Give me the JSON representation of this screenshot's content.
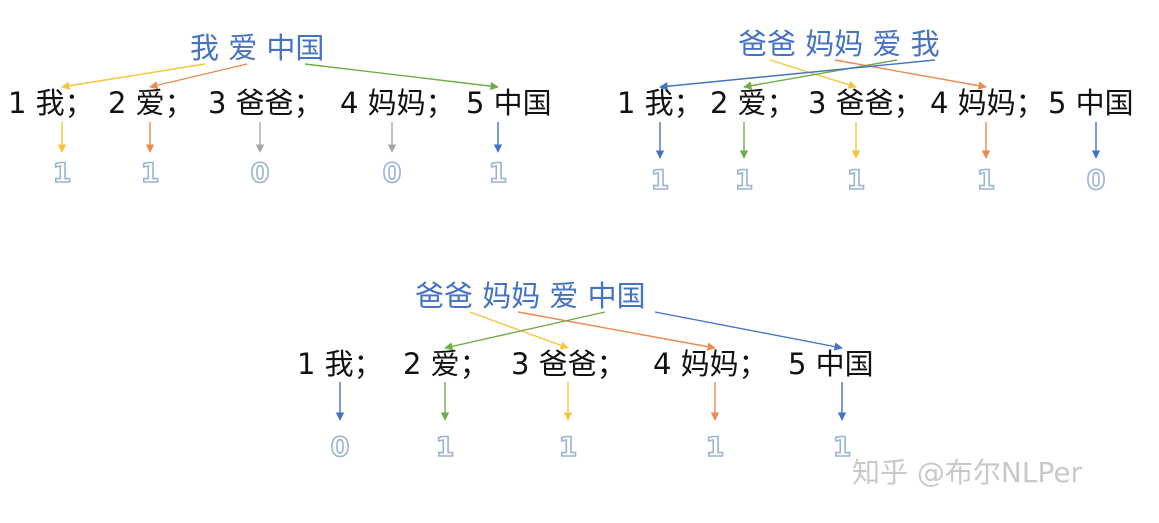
{
  "colors": {
    "sentence_text": "#4472c4",
    "vocab_text": "#111111",
    "bit_outline": "#9ab4d6",
    "yellow": "#f5c53a",
    "orange": "#ea8a4f",
    "green": "#70ad47",
    "blue": "#4472c4",
    "gray": "#a6a6a6",
    "watermark": "#c9c9c9"
  },
  "panels": [
    {
      "id": "a",
      "sentence": "我 爱 中国",
      "vocab": [
        "1 我；",
        "2 爱；",
        "3 爸爸；",
        "4 妈妈；",
        "5 中国"
      ],
      "bits": [
        "1",
        "1",
        "0",
        "0",
        "1"
      ],
      "word_links": [
        {
          "word": 0,
          "vocab": 0,
          "color": "yellow"
        },
        {
          "word": 1,
          "vocab": 1,
          "color": "orange"
        },
        {
          "word": 2,
          "vocab": 4,
          "color": "green"
        }
      ],
      "bit_colors": [
        "yellow",
        "orange",
        "gray",
        "gray",
        "blue"
      ]
    },
    {
      "id": "b",
      "sentence": "爸爸 妈妈 爱 我",
      "vocab": [
        "1 我；",
        "2 爱；",
        "3 爸爸；",
        "4 妈妈；",
        "5 中国"
      ],
      "bits": [
        "1",
        "1",
        "1",
        "1",
        "0"
      ],
      "word_links": [
        {
          "word": 0,
          "vocab": 2,
          "color": "yellow"
        },
        {
          "word": 1,
          "vocab": 3,
          "color": "orange"
        },
        {
          "word": 2,
          "vocab": 1,
          "color": "green"
        },
        {
          "word": 3,
          "vocab": 0,
          "color": "blue"
        }
      ],
      "bit_colors": [
        "blue",
        "green",
        "yellow",
        "orange",
        "blue"
      ]
    },
    {
      "id": "c",
      "sentence": "爸爸 妈妈 爱 中国",
      "vocab": [
        "1 我；",
        "2 爱；",
        "3 爸爸；",
        "4 妈妈；",
        "5 中国"
      ],
      "bits": [
        "0",
        "1",
        "1",
        "1",
        "1"
      ],
      "word_links": [
        {
          "word": 0,
          "vocab": 2,
          "color": "yellow"
        },
        {
          "word": 1,
          "vocab": 3,
          "color": "orange"
        },
        {
          "word": 2,
          "vocab": 1,
          "color": "green"
        },
        {
          "word": 3,
          "vocab": 4,
          "color": "blue"
        }
      ],
      "bit_colors": [
        "blue",
        "green",
        "yellow",
        "orange",
        "blue"
      ]
    }
  ],
  "watermark": "知乎 @布尔NLPer"
}
